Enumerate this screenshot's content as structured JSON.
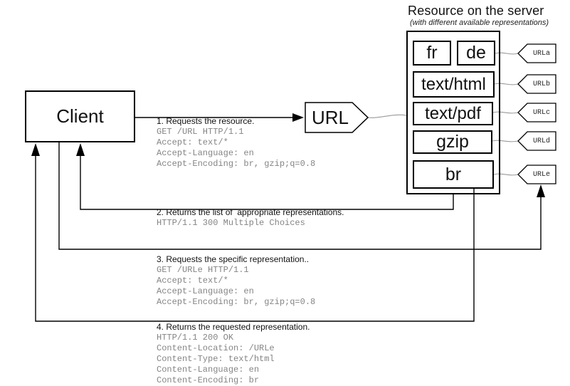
{
  "client": {
    "label": "Client"
  },
  "url_node": {
    "label": "URL"
  },
  "server": {
    "title": "Resource on the server",
    "subtitle": "(with different available representations)",
    "representations": [
      "fr",
      "de",
      "text/html",
      "text/pdf",
      "gzip",
      "br"
    ],
    "url_tags": [
      "URLa",
      "URLb",
      "URLc",
      "URLd",
      "URLe"
    ]
  },
  "messages": [
    {
      "label": "1. Requests the resource.",
      "code": [
        "GET /URL HTTP/1.1",
        "Accept: text/*",
        "Accept-Language: en",
        "Accept-Encoding: br, gzip;q=0.8"
      ]
    },
    {
      "label": "2. Returns the list of  appropriate representations.",
      "code": [
        "HTTP/1.1 300 Multiple Choices"
      ]
    },
    {
      "label": "3. Requests the specific representation..",
      "code": [
        "GET /URLe HTTP/1.1",
        "Accept: text/*",
        "Accept-Language: en",
        "Accept-Encoding: br, gzip;q=0.8"
      ]
    },
    {
      "label": "4. Returns the requested representation.",
      "code": [
        "HTTP/1.1 200 OK",
        "Content-Location: /URLe",
        "Content-Type: text/html",
        "Content-Language: en",
        "Content-Encoding: br"
      ]
    }
  ],
  "colors": {
    "background": "#ffffff",
    "line": "#000000",
    "box_border": "#000000",
    "label_text": "#111111",
    "code_text": "#858585",
    "connector": "#999999"
  }
}
